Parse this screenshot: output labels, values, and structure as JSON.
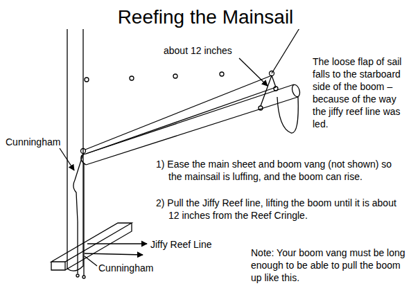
{
  "diagram": {
    "title": "Reefing the Mainsail",
    "labels": [
      "about 12 inches",
      "The loose flap of sail falls to the starboard side of the boom – because of the way the jiffy reef line was led.",
      "Cunningham",
      "1) Ease the main sheet and boom vang (not shown) so the mainsail is luffing, and the boom can rise.",
      "2) Pull the Jiffy Reef line, lifting the boom until it is about 12 inches from the Reef Cringle.",
      "Jiffy Reef Line",
      "Note: Your boom vang must be long enough to be able to pull the boom up like this.",
      "Cunningham"
    ]
  }
}
